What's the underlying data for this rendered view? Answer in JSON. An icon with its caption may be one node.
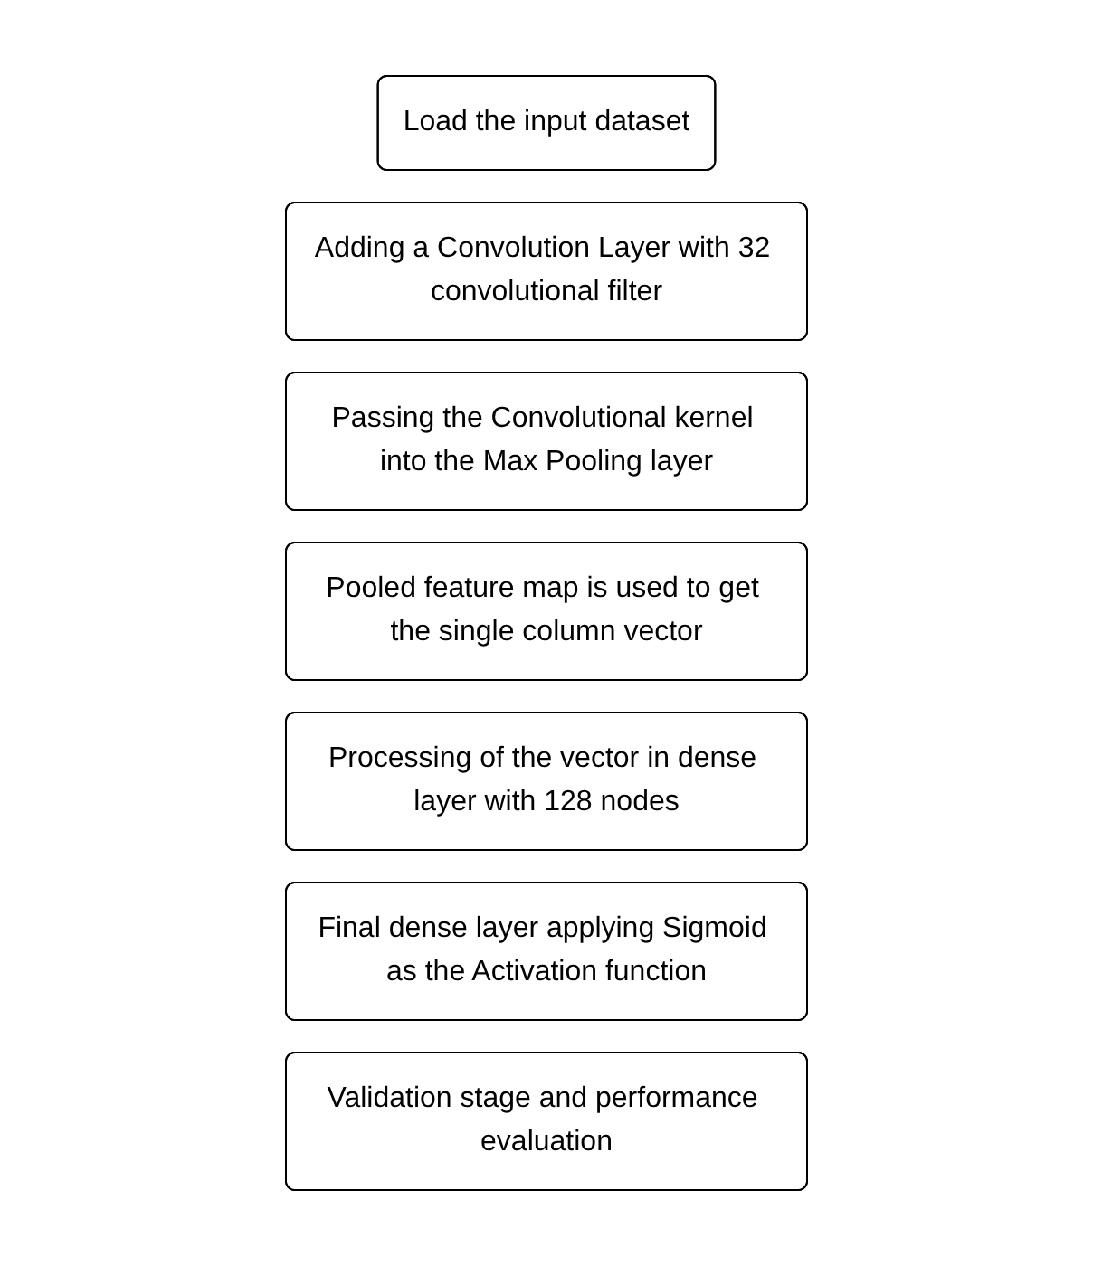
{
  "diagram": {
    "nodes": [
      {
        "text": [
          "Load the input dataset"
        ]
      },
      {
        "text": [
          "Adding a Convolution Layer with 32 convolutional filter"
        ]
      },
      {
        "text": [
          "Passing the Convolutional kernel into the Max Pooling layer"
        ]
      },
      {
        "text": [
          "Pooled feature map is used to get the single column vector"
        ]
      },
      {
        "text": [
          "Processing of the vector in dense layer with 128 nodes"
        ]
      },
      {
        "text": [
          "Final dense layer applying Sigmoid as the Activation function"
        ]
      },
      {
        "text": [
          "Validation stage and performance evaluation"
        ]
      }
    ]
  }
}
